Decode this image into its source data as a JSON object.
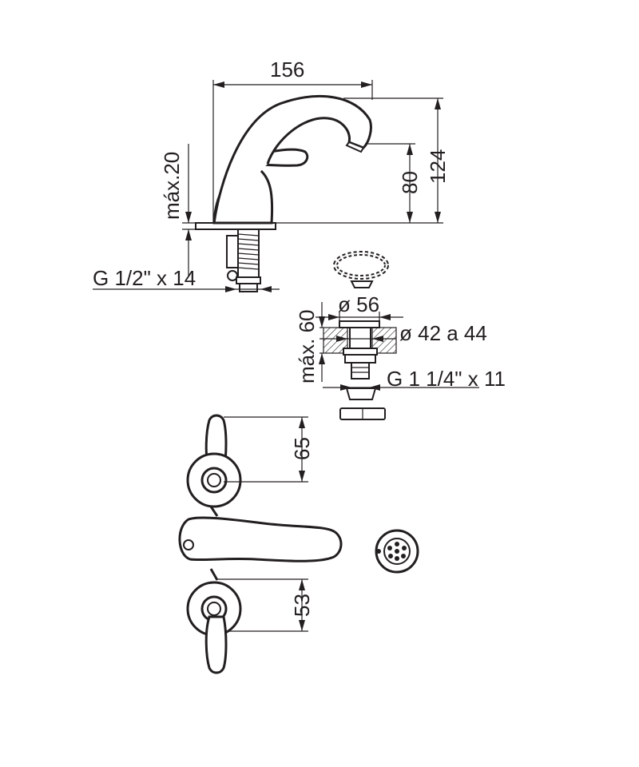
{
  "dimensions": {
    "spout_reach": "156",
    "total_height": "124",
    "spout_height": "80",
    "deck_max": "máx.20",
    "inlet_thread": "G 1/2\" x 14",
    "drain_diameter": "ø 56",
    "drain_hole": "ø 42 a 44",
    "drain_thickness_max": "máx. 60",
    "drain_thread": "G 1 1/4\" x 11",
    "handle_top_offset": "65",
    "handle_bottom_offset": "53"
  },
  "colors": {
    "ink": "#231f20",
    "background": "#ffffff"
  }
}
